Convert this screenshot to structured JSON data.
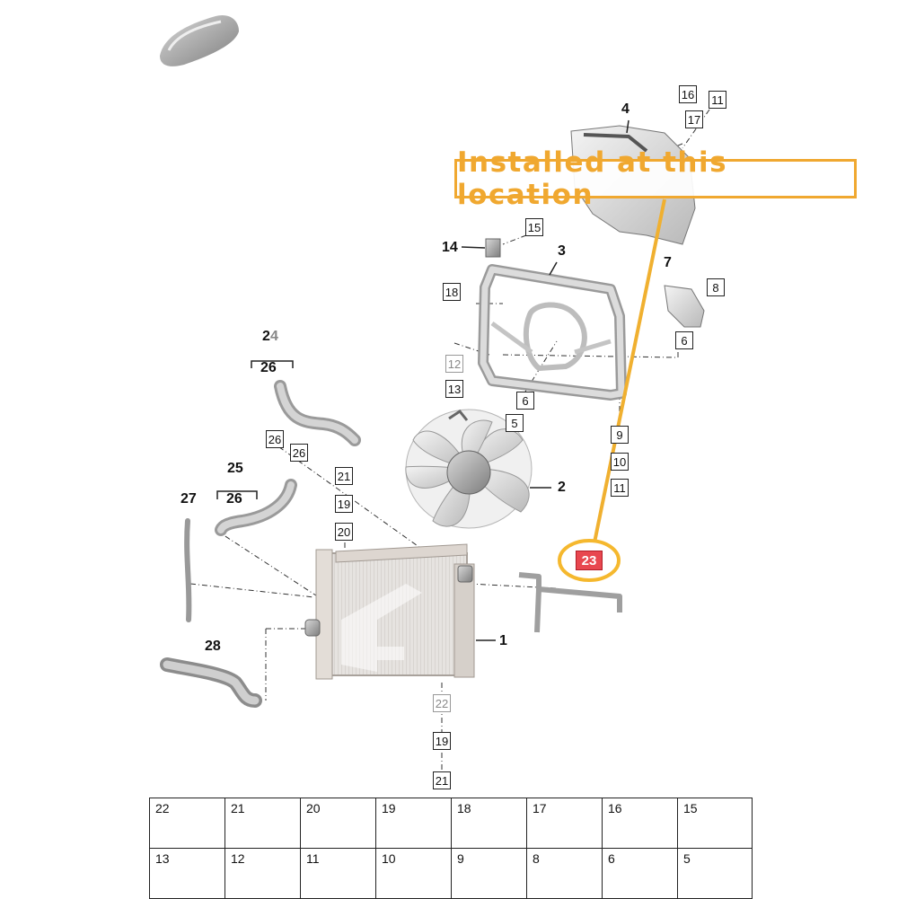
{
  "callout": {
    "text": "Installed at this location",
    "color": "#f0a830"
  },
  "highlight": {
    "part": "23",
    "color": "#e8474f"
  },
  "part_labels": {
    "p1": "1",
    "p2": "2",
    "p3": "3",
    "p4": "4",
    "p7": "7",
    "p14": "14",
    "p24_a": "2",
    "p24_b": "4",
    "p25": "25",
    "p26_a": "26",
    "p26_b": "26",
    "p27": "27",
    "p28": "28"
  },
  "boxed_refs": {
    "b16": "16",
    "b17": "17",
    "b11_top": "11",
    "b15": "15",
    "b8": "8",
    "b18": "18",
    "b6_right": "6",
    "b12": "12",
    "b13": "13",
    "b6_mid": "6",
    "b5": "5",
    "b26_hose": "26",
    "b26_pipe": "26",
    "b21_top": "21",
    "b19_top": "19",
    "b20": "20",
    "b9": "9",
    "b10": "10",
    "b11_low": "11",
    "b22": "22",
    "b19_bot": "19",
    "b21_bot": "21"
  },
  "hardware_table": {
    "row1": [
      "22",
      "21",
      "20",
      "19",
      "18",
      "17",
      "16",
      "15"
    ],
    "row2": [
      "13",
      "12",
      "11",
      "10",
      "9",
      "8",
      "6",
      "5"
    ]
  }
}
